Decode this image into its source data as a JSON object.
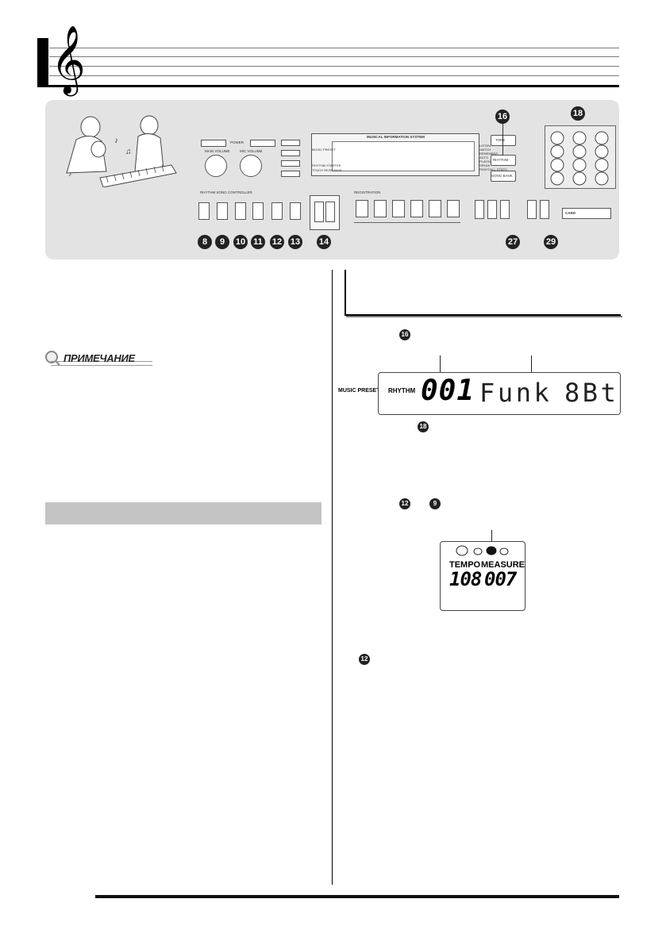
{
  "header": {
    "clef_icon": "treble-clef-icon"
  },
  "panel": {
    "power_label": "POWER",
    "main_volume_label": "MAIN VOLUME",
    "mic_volume_label": "MIC VOLUME",
    "display_title": "MUSICAL INFORMATION SYSTEM",
    "controller_label": "RHYTHM SONG CONTROLLER",
    "registration_label": "REGISTRATION",
    "tone_label": "TONE",
    "rhythm_label": "RHYTHM",
    "song_bank_label": "SONG BANK",
    "card_label": "CARD",
    "display_right_labels": [
      "LISTEN",
      "WATCH",
      "REMEMBER",
      "AUTO",
      "PLAYING",
      "SPEAK",
      "RIGHT/ALL STEPS"
    ],
    "display_left_labels": [
      "MUSIC PRESET",
      "RHYTHM STARTER",
      "TOUCH RESPONSE"
    ],
    "badges": {
      "b8": "8",
      "b9": "9",
      "b10": "10",
      "b11": "11",
      "b12": "12",
      "b13": "13",
      "b14": "14",
      "b16": "16",
      "b18": "18",
      "b27": "27",
      "b29": "29"
    }
  },
  "note": {
    "label": "ПРИМЕЧАНИЕ",
    "icon": "magnifier-note-icon"
  },
  "steps": {
    "step1_ref": "16",
    "step2_ref": "18",
    "step3_ref_a": "12",
    "step3_ref_b": "9",
    "step4_ref": "12"
  },
  "lcd1": {
    "side_label": "MUSIC PRESET",
    "mode_label": "RHYTHM",
    "number": "001",
    "name_chars": [
      "F",
      "u",
      "n",
      "k",
      "",
      "8",
      "B",
      "t"
    ]
  },
  "lcd2": {
    "tempo_label": "TEMPO",
    "measure_label": "MEASURE",
    "tempo_value": "108",
    "measure_value": "007"
  }
}
